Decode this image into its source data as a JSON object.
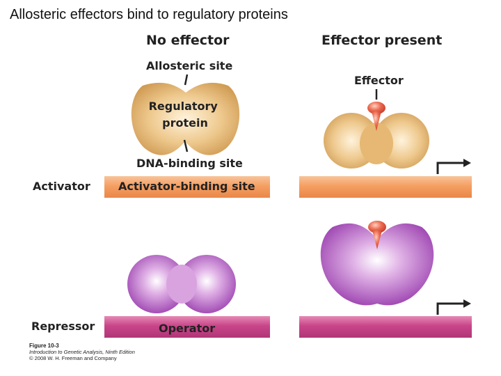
{
  "slide": {
    "title": "Allosteric effectors bind to regulatory proteins"
  },
  "figure": {
    "col_no_effector": "No effector",
    "col_effector_present": "Effector present",
    "label_allosteric_site": "Allosteric site",
    "label_regulatory_protein_line1": "Regulatory",
    "label_regulatory_protein_line2": "protein",
    "label_dna_binding_site": "DNA-binding site",
    "label_effector": "Effector",
    "row_activator": "Activator",
    "row_repressor": "Repressor",
    "label_activator_binding_site": "Activator-binding site",
    "label_operator": "Operator",
    "colors": {
      "activator_protein": "#e2b26c",
      "repressor_protein": "#a94fb8",
      "activator_dna": "#f2a46a",
      "repressor_dna": "#c2477f",
      "effector": "#e0513a"
    }
  },
  "caption": {
    "figure_number": "Figure 10-3",
    "book": "Introduction to Genetic Analysis, Ninth Edition",
    "copyright": "© 2008 W. H. Freeman and Company"
  }
}
